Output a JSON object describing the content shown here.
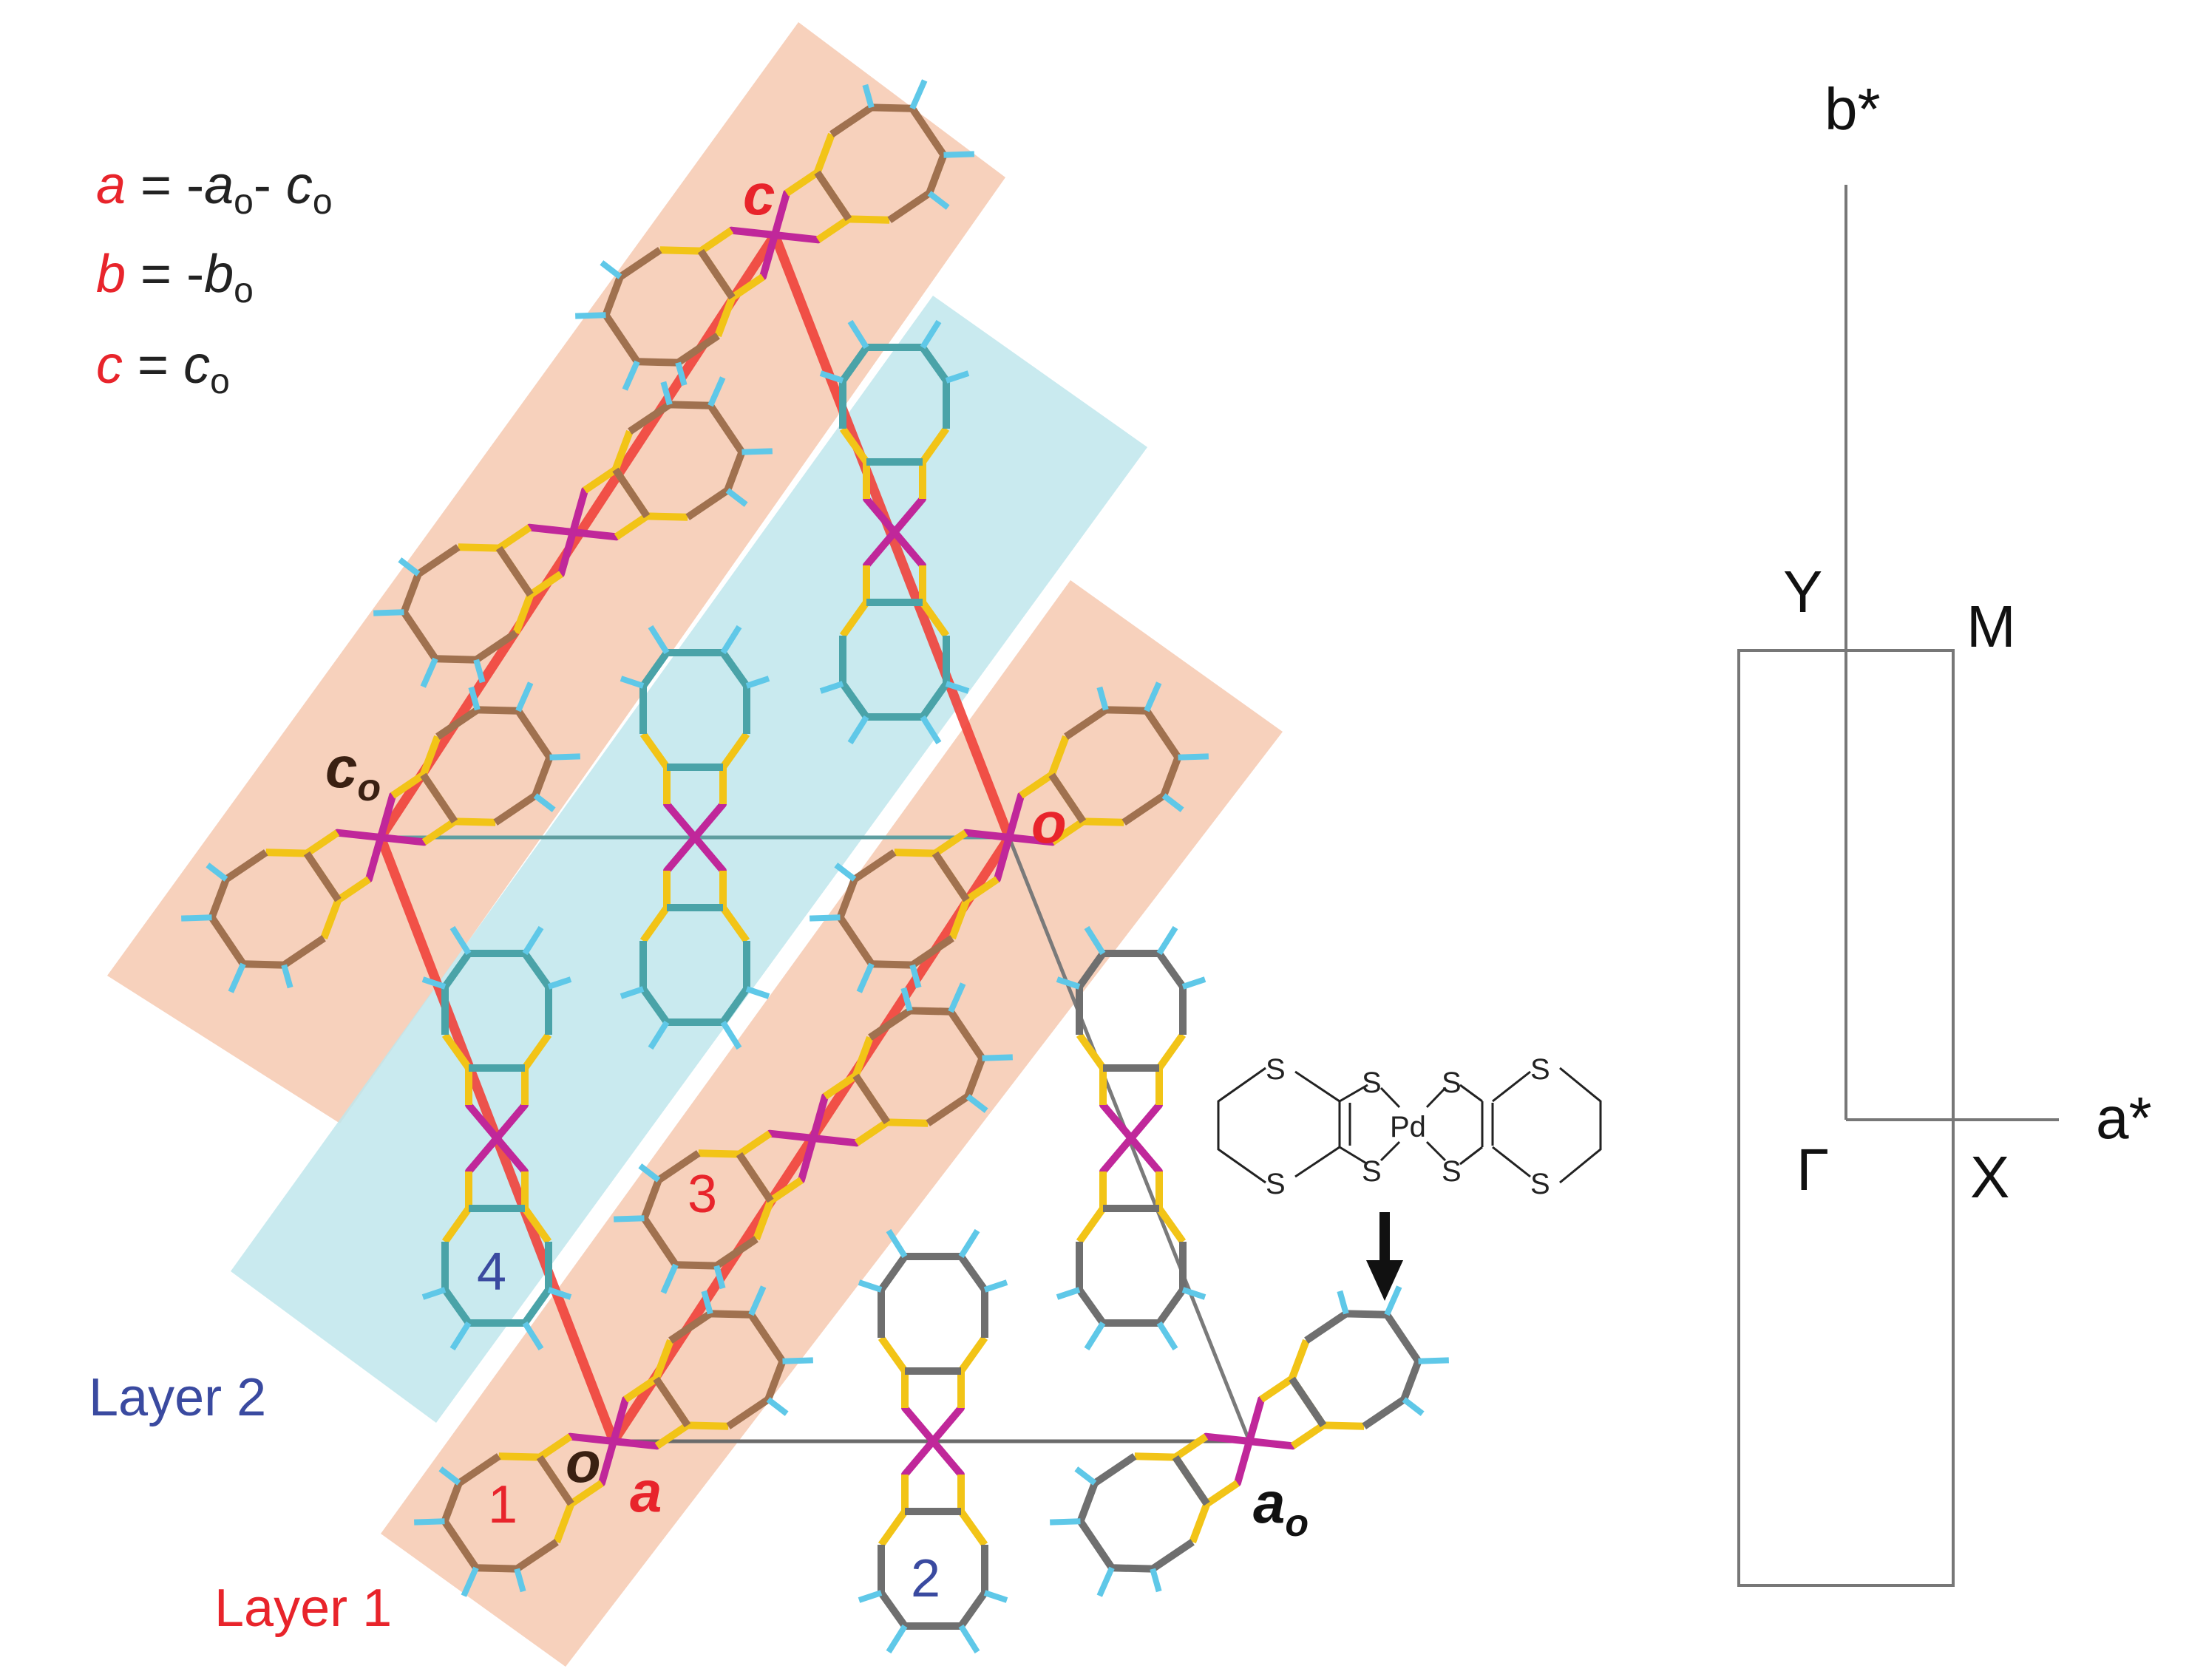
{
  "equations": {
    "a_lhs": "a",
    "a_rhs_1": " = -",
    "a_rhs_v1": "a",
    "a_sub1": "o",
    "a_rhs_2": "- ",
    "a_rhs_v2": "c",
    "a_sub2": "o",
    "b_lhs": "b",
    "b_rhs_1": " = -",
    "b_rhs_v1": "b",
    "b_sub1": "o",
    "c_lhs": "c",
    "c_rhs_1": " = ",
    "c_rhs_v1": "c",
    "c_sub1": "o"
  },
  "cell_labels": {
    "c_top": "c",
    "c_o": "c",
    "c_o_sub": "o",
    "o_right": "o",
    "o_bottom": "o",
    "a_bottom": "a",
    "a_o": "a",
    "a_o_sub": "o"
  },
  "molecule_numbers": {
    "m1": "1",
    "m2": "2",
    "m3": "3",
    "m4": "4"
  },
  "layers": {
    "layer1": "Layer 1",
    "layer2": "Layer 2"
  },
  "structure_formula": {
    "s": "S",
    "pd": "Pd"
  },
  "brillouin_zone": {
    "b_star": "b*",
    "a_star": "a*",
    "Y": "Y",
    "M": "M",
    "Gamma": "Γ",
    "X": "X"
  },
  "colors": {
    "layer1_band": "#f6c9b0",
    "layer2_band": "#bfe6ec",
    "cell_red": "#f0413a",
    "label_red": "#e8242b",
    "label_blue": "#3a4aa0",
    "sulfur": "#f2c417",
    "carbon_brown": "#a0714f",
    "carbon_teal": "#4aa3a8",
    "carbon_grey": "#6f6f6f",
    "hydrogen": "#5fc8e8",
    "palladium": "#c0279a"
  }
}
